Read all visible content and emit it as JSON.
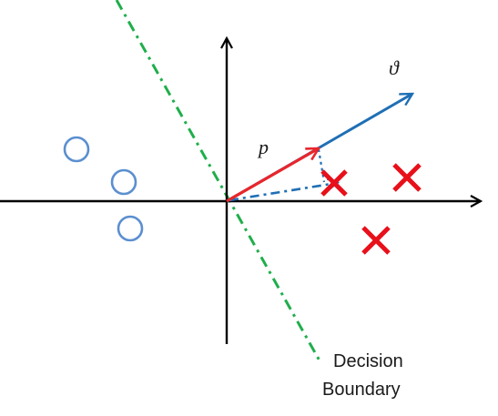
{
  "labels": {
    "theta": "ϑ",
    "p": "p",
    "decision_boundary_line1": "Decision",
    "decision_boundary_line2": "Boundary"
  },
  "colors": {
    "axis": "#000000",
    "theta_vector": "#1f6fb5",
    "p_vector": "#e8262c",
    "projection": "#1f6fb5",
    "decision_boundary": "#1fae4b",
    "negative_class": "#5b8fd0",
    "positive_class": "#e8101a"
  },
  "icons": {
    "negative_marker": "circle-icon",
    "positive_marker": "cross-icon"
  }
}
